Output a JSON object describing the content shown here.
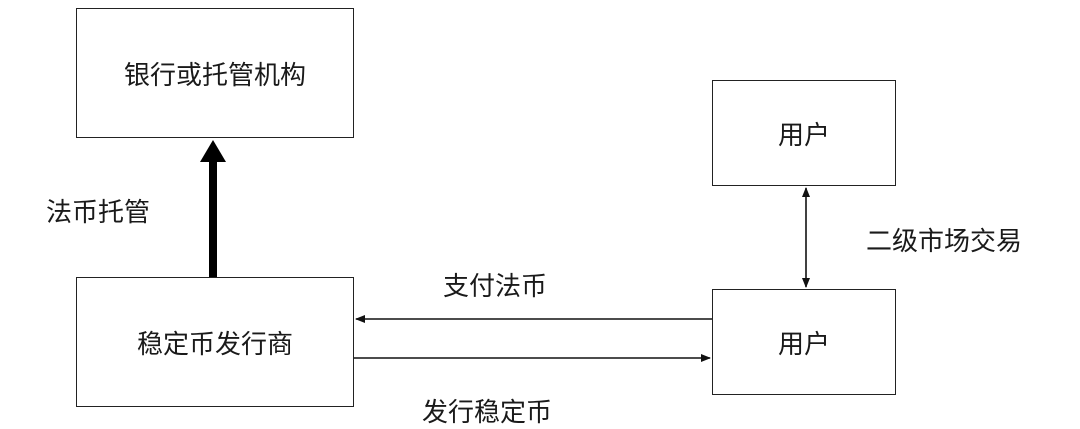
{
  "nodes": {
    "bank": "银行或托管机构",
    "issuer": "稳定币发行商",
    "user_top": "用户",
    "user_bottom": "用户"
  },
  "edges": {
    "custody": "法币托管",
    "pay_fiat": "支付法币",
    "issue_stablecoin": "发行稳定币",
    "secondary_market": "二级市场交易"
  }
}
